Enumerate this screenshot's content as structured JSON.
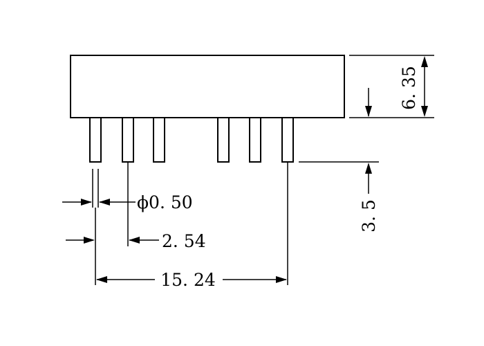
{
  "colors": {
    "line": "#000000",
    "background": "#ffffff"
  },
  "dimensions": {
    "height_body": "6. 35",
    "pin_length": "3. 5",
    "pin_diameter": "ϕ0. 50",
    "pin_pitch": "2. 54",
    "overall_span": "15. 24"
  }
}
